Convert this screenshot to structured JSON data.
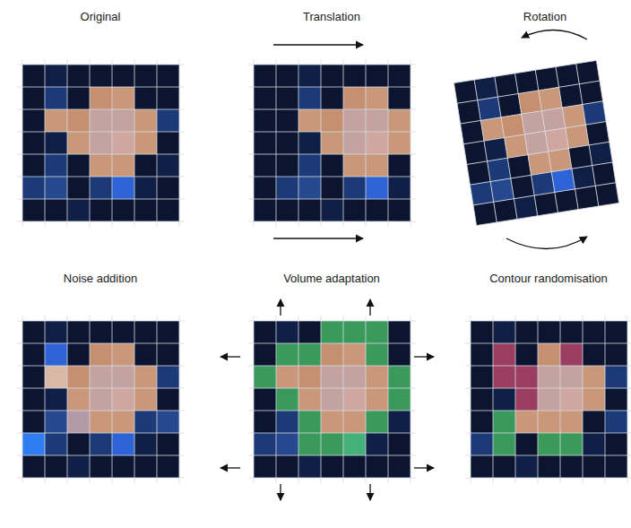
{
  "diagram": {
    "nodes": [
      {
        "text": [
          "Original"
        ]
      },
      {
        "text": [
          "Translation"
        ]
      },
      {
        "text": [
          "Rotation"
        ]
      },
      {
        "text": [
          "Noise addition"
        ]
      },
      {
        "text": [
          "Volume adaptation"
        ]
      },
      {
        "text": [
          "Contour randomisation"
        ]
      }
    ]
  }
}
